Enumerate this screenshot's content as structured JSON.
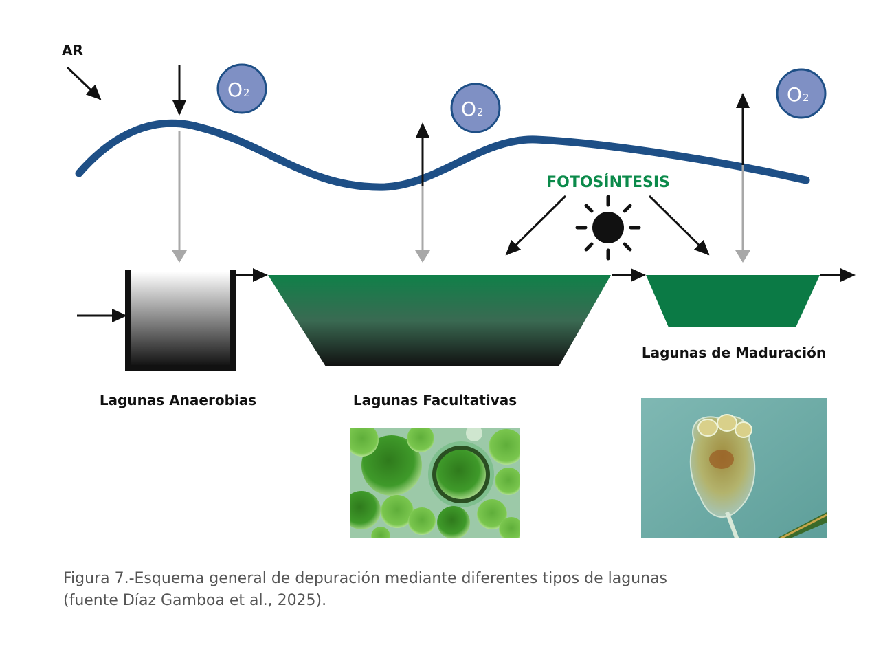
{
  "labels": {
    "ar": "AR",
    "o2_main": "O",
    "o2_sub": "2",
    "fotosintesis": "FOTOSÍNTESIS",
    "anaerobias": "Lagunas Anaerobias",
    "facultativas": "Lagunas Facultativas",
    "maduracion": "Lagunas de Maduración"
  },
  "caption": {
    "line1": "Figura 7.-Esquema general de depuración mediante diferentes tipos de lagunas",
    "line2": "(fuente Díaz Gamboa et al., 2025)."
  },
  "colors": {
    "wave": "#1e4f86",
    "o2_fill": "#7f90c4",
    "o2_stroke": "#1e4f86",
    "green_dark": "#0b7a45",
    "photosynthesis_text": "#0b8a4a",
    "gray_arrow": "#a8a8a8"
  },
  "icons": [
    "sun-icon",
    "arrow-icon"
  ]
}
